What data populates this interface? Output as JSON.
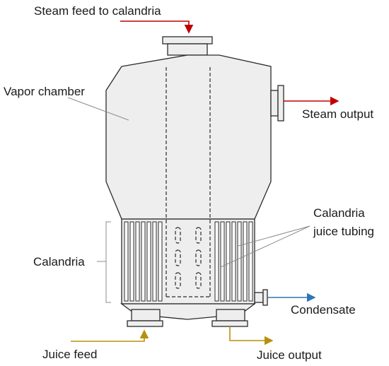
{
  "labels": {
    "steam_feed": "Steam feed to calandria",
    "vapor_chamber": "Vapor chamber",
    "steam_output": "Steam output",
    "calandria": "Calandria",
    "calandria_juice_tubing_line1": "Calandria",
    "calandria_juice_tubing_line2": "juice tubing",
    "condensate": "Condensate",
    "juice_feed": "Juice feed",
    "juice_output": "Juice output"
  },
  "colors": {
    "steam_arrow": "#c00000",
    "condensate_arrow": "#2e75b6",
    "juice_arrow": "#b8900a",
    "vessel_fill": "#eeeeee",
    "outline": "#2b2b2b"
  }
}
